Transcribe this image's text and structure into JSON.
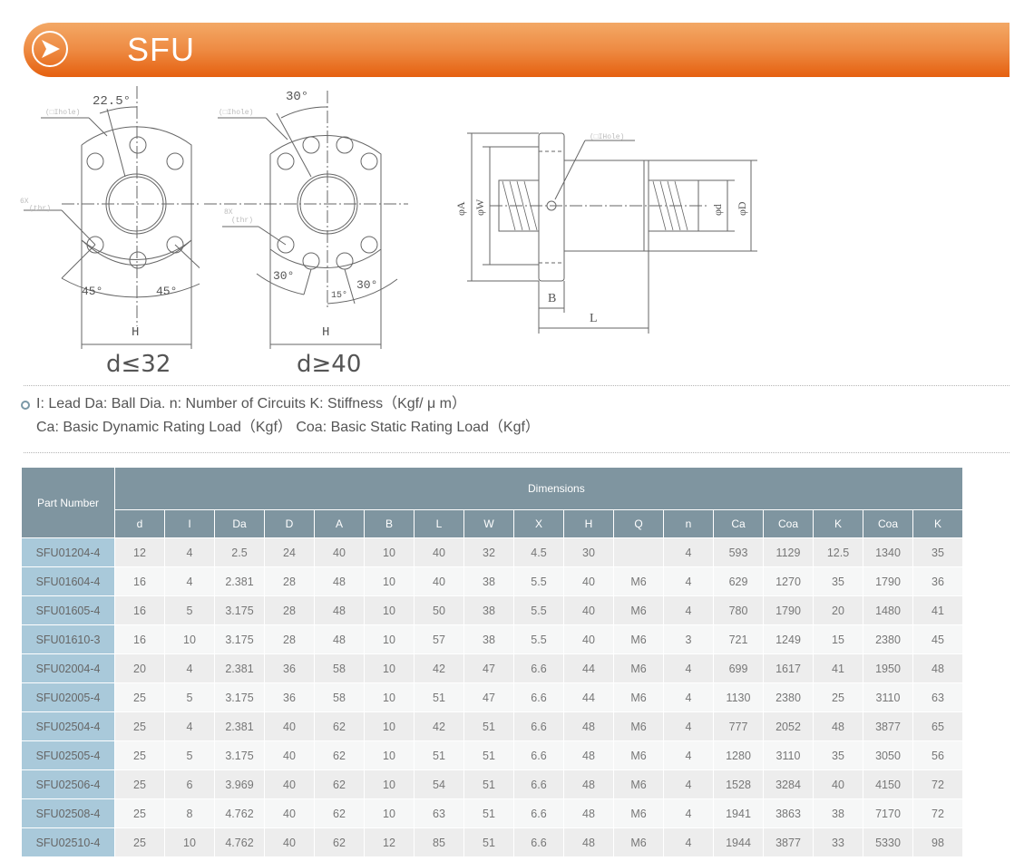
{
  "banner": {
    "icon": "chevron-right-circle-icon",
    "title": "SFU",
    "colors": {
      "top": "#f3a866",
      "bottom": "#e5600f"
    }
  },
  "drawings": {
    "flange_small": {
      "caption": "d≤32",
      "angle_top": "22.5°",
      "angle_left": "45°",
      "angle_right": "45°",
      "hole_label": "(□Ihole)",
      "thread_count": "6X",
      "thread_label": "(thr)",
      "width_label": "H"
    },
    "flange_large": {
      "caption": "d≥40",
      "angle_top": "30°",
      "angle_left": "30°",
      "angle_right": "30°",
      "angle_center": "15°",
      "hole_label": "(□Ihole)",
      "thread_count": "8X",
      "thread_label": "(thr)",
      "width_label": "H"
    },
    "side_view": {
      "hole_label": "(□IHole)",
      "labels": [
        "φA",
        "φW",
        "φd",
        "φD",
        "B",
        "L"
      ]
    }
  },
  "notes": {
    "line1": "I: Lead  Da: Ball Dia. n: Number of Circuits  K: Stiffness（Kgf/ μ m）",
    "line2": "Ca: Basic Dynamic Rating Load（Kgf） Coa: Basic Static Rating Load（Kgf）"
  },
  "table": {
    "part_header": "Part Number",
    "group_header": "Dimensions",
    "columns": [
      "d",
      "I",
      "Da",
      "D",
      "A",
      "B",
      "L",
      "W",
      "X",
      "H",
      "Q",
      "n",
      "Ca",
      "Coa",
      "K",
      "Coa",
      "K"
    ],
    "rows": [
      {
        "part": "SFU01204-4",
        "values": [
          "12",
          "4",
          "2.5",
          "24",
          "40",
          "10",
          "40",
          "32",
          "4.5",
          "30",
          "",
          "4",
          "593",
          "1129",
          "12.5",
          "1340",
          "35"
        ]
      },
      {
        "part": "SFU01604-4",
        "values": [
          "16",
          "4",
          "2.381",
          "28",
          "48",
          "10",
          "40",
          "38",
          "5.5",
          "40",
          "M6",
          "4",
          "629",
          "1270",
          "35",
          "1790",
          "36"
        ]
      },
      {
        "part": "SFU01605-4",
        "values": [
          "16",
          "5",
          "3.175",
          "28",
          "48",
          "10",
          "50",
          "38",
          "5.5",
          "40",
          "M6",
          "4",
          "780",
          "1790",
          "20",
          "1480",
          "41"
        ]
      },
      {
        "part": "SFU01610-3",
        "values": [
          "16",
          "10",
          "3.175",
          "28",
          "48",
          "10",
          "57",
          "38",
          "5.5",
          "40",
          "M6",
          "3",
          "721",
          "1249",
          "15",
          "2380",
          "45"
        ]
      },
      {
        "part": "SFU02004-4",
        "values": [
          "20",
          "4",
          "2.381",
          "36",
          "58",
          "10",
          "42",
          "47",
          "6.6",
          "44",
          "M6",
          "4",
          "699",
          "1617",
          "41",
          "1950",
          "48"
        ]
      },
      {
        "part": "SFU02005-4",
        "values": [
          "25",
          "5",
          "3.175",
          "36",
          "58",
          "10",
          "51",
          "47",
          "6.6",
          "44",
          "M6",
          "4",
          "1130",
          "2380",
          "25",
          "3110",
          "63"
        ]
      },
      {
        "part": "SFU02504-4",
        "values": [
          "25",
          "4",
          "2.381",
          "40",
          "62",
          "10",
          "42",
          "51",
          "6.6",
          "48",
          "M6",
          "4",
          "777",
          "2052",
          "48",
          "3877",
          "65"
        ]
      },
      {
        "part": "SFU02505-4",
        "values": [
          "25",
          "5",
          "3.175",
          "40",
          "62",
          "10",
          "51",
          "51",
          "6.6",
          "48",
          "M6",
          "4",
          "1280",
          "3110",
          "35",
          "3050",
          "56"
        ]
      },
      {
        "part": "SFU02506-4",
        "values": [
          "25",
          "6",
          "3.969",
          "40",
          "62",
          "10",
          "54",
          "51",
          "6.6",
          "48",
          "M6",
          "4",
          "1528",
          "3284",
          "40",
          "4150",
          "72"
        ]
      },
      {
        "part": "SFU02508-4",
        "values": [
          "25",
          "8",
          "4.762",
          "40",
          "62",
          "10",
          "63",
          "51",
          "6.6",
          "48",
          "M6",
          "4",
          "1941",
          "3863",
          "38",
          "7170",
          "72"
        ]
      },
      {
        "part": "SFU02510-4",
        "values": [
          "25",
          "10",
          "4.762",
          "40",
          "62",
          "12",
          "85",
          "51",
          "6.6",
          "48",
          "M6",
          "4",
          "1944",
          "3877",
          "33",
          "5330",
          "98"
        ]
      }
    ]
  }
}
